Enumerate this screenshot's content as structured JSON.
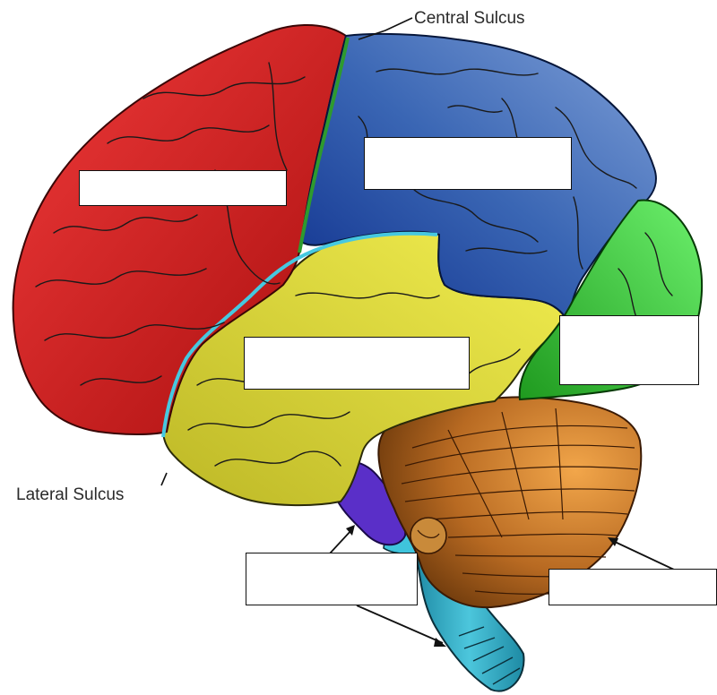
{
  "labels": {
    "central_sulcus": "Central Sulcus",
    "lateral_sulcus": "Lateral Sulcus"
  },
  "blank_boxes": [
    {
      "id": "frontal-lobe-label-box",
      "value": ""
    },
    {
      "id": "parietal-lobe-label-box",
      "value": ""
    },
    {
      "id": "temporal-lobe-label-box",
      "value": ""
    },
    {
      "id": "occipital-lobe-label-box",
      "value": ""
    },
    {
      "id": "brainstem-label-box",
      "value": ""
    },
    {
      "id": "cerebellum-label-box",
      "value": ""
    }
  ],
  "colors": {
    "frontal_lobe": "#d42020",
    "parietal_lobe": "#2f5aa8",
    "temporal_lobe": "#e6e23a",
    "occipital_lobe": "#38c438",
    "cerebellum": "#b86a22",
    "pons": "#5a2fc8",
    "brainstem": "#2aa6c0",
    "central_sulcus_line": "#2e9a2e",
    "lateral_sulcus_line": "#46c8e0"
  }
}
